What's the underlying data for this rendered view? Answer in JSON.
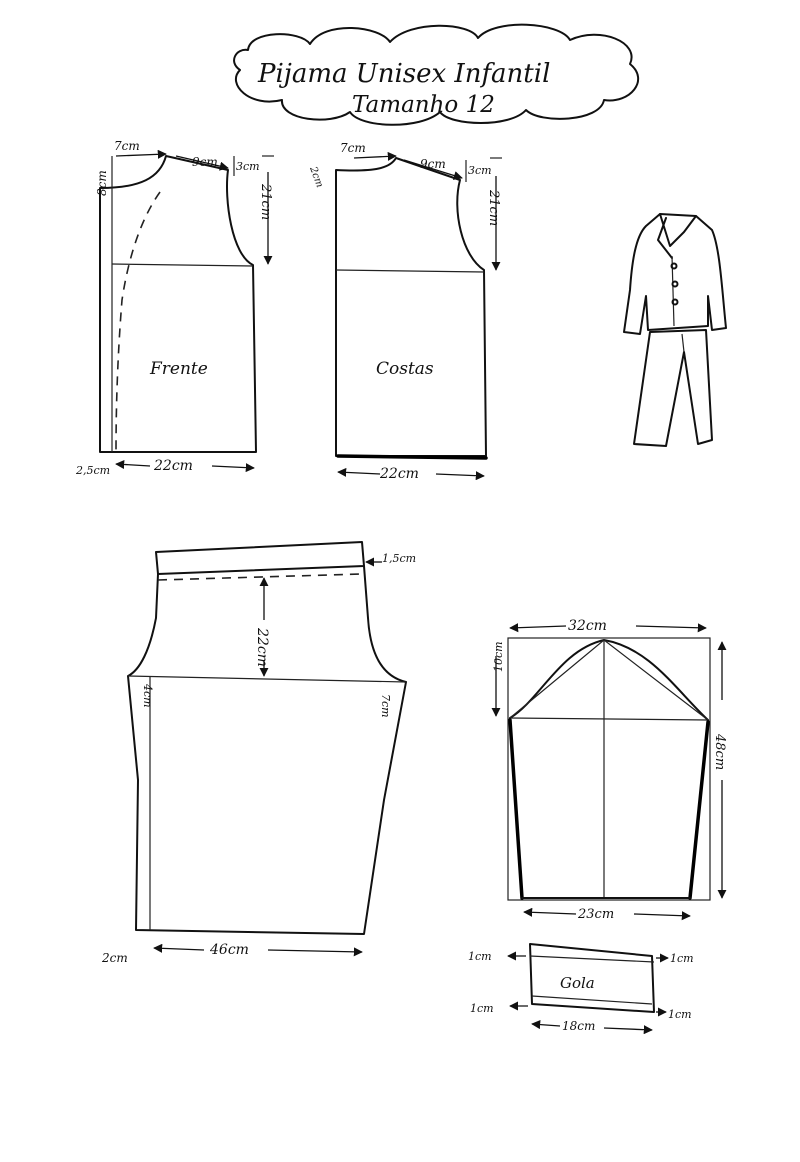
{
  "title": {
    "line1": "Pijama Unisex Infantil",
    "line2": "Tamanho 12"
  },
  "front": {
    "label": "Frente",
    "neck_width": "7cm",
    "neck_depth": "8cm",
    "shoulder": "9cm",
    "shoulder_drop": "3cm",
    "armhole_depth": "21cm",
    "width": "22cm",
    "placket": "2,5cm"
  },
  "back": {
    "label": "Costas",
    "neck_width": "7cm",
    "neck_depth": "2cm",
    "shoulder": "9cm",
    "shoulder_drop": "3cm",
    "armhole_depth": "21cm",
    "width": "22cm"
  },
  "pants": {
    "waistband": "1,5cm",
    "rise": "22cm",
    "crotch_front": "4cm",
    "crotch_back": "7cm",
    "hem_margin": "2cm",
    "width": "46cm"
  },
  "sleeve": {
    "top_width": "32cm",
    "cap_height": "10cm",
    "length": "48cm",
    "cuff_width": "23cm"
  },
  "collar": {
    "label": "Gola",
    "left_top": "1cm",
    "left_bottom": "1cm",
    "right_top": "1cm",
    "right_bottom": "1cm",
    "length": "18cm"
  }
}
